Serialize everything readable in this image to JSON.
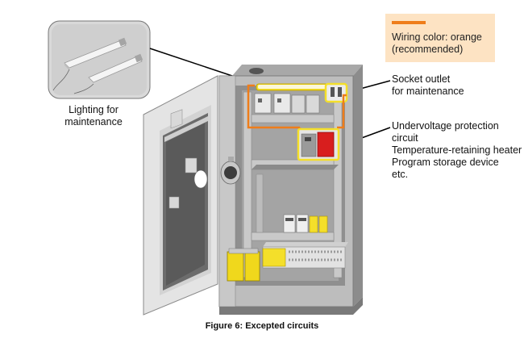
{
  "legend": {
    "line_color": "#ef7d1a",
    "lines": [
      "Wiring color: orange",
      "(recommended)"
    ]
  },
  "labels": {
    "lighting": [
      "Lighting for",
      "maintenance"
    ],
    "socket": [
      "Socket outlet",
      "for maintenance"
    ],
    "circuits": [
      "Undervoltage protection circuit",
      "Temperature-retaining heater",
      "Program storage device",
      "etc."
    ]
  },
  "caption": "Figure 6: Excepted circuits",
  "colors": {
    "wiring": "#ef7d1a",
    "highlight": "#f4df2a",
    "heater": "#d81e1e",
    "cabinet": "#b9b9b9",
    "cabinet_dark": "#8a8a8a"
  }
}
